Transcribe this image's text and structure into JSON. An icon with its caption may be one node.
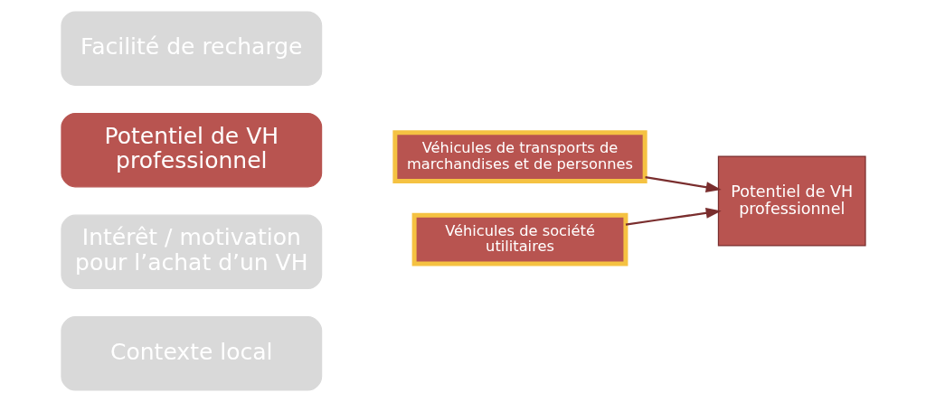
{
  "diagram": {
    "nodes": [
      {
        "text": [
          "Facilité de recharge"
        ]
      },
      {
        "text": [
          "Potentiel de VH professionnel"
        ]
      },
      {
        "text": [
          "Intérêt / motivation pour l’achat d’un VH"
        ]
      },
      {
        "text": [
          "Contexte local"
        ]
      },
      {
        "text": [
          "Véhicules de transports de marchandises et de personnes"
        ]
      },
      {
        "text": [
          "Véhicules de société utilitaires"
        ]
      },
      {
        "text": [
          "Potentiel de VH professionnel"
        ]
      }
    ],
    "edges": [
      {
        "from": 4,
        "to": 6,
        "arrow": "to"
      },
      {
        "from": 5,
        "to": 6,
        "arrow": "to"
      }
    ]
  }
}
